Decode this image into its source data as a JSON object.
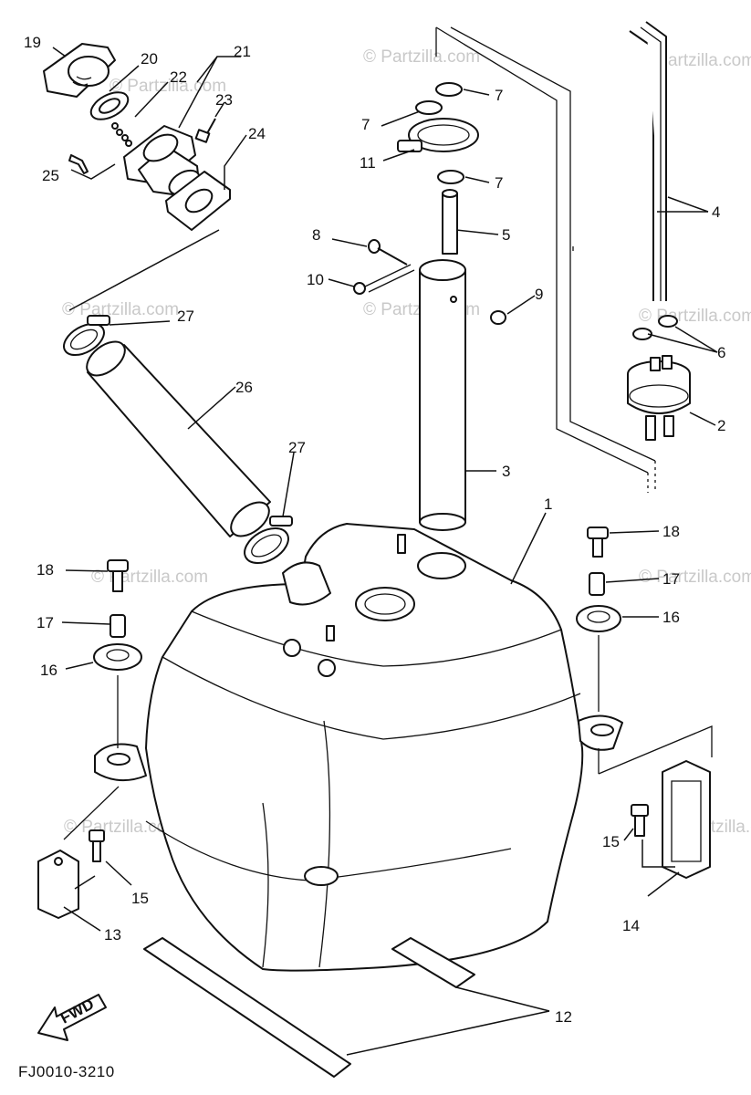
{
  "figure_code": "FJ0010-3210",
  "direction_label": "FWD",
  "watermark": "© Partzilla.com",
  "callouts": {
    "c1": "1",
    "c2": "2",
    "c3": "3",
    "c4": "4",
    "c5": "5",
    "c6": "6",
    "c7a": "7",
    "c7b": "7",
    "c7c": "7",
    "c8": "8",
    "c9": "9",
    "c10": "10",
    "c11": "11",
    "c12": "12",
    "c13": "13",
    "c14": "14",
    "c15a": "15",
    "c15b": "15",
    "c16a": "16",
    "c16b": "16",
    "c17a": "17",
    "c17b": "17",
    "c18a": "18",
    "c18b": "18",
    "c19": "19",
    "c20": "20",
    "c21": "21",
    "c22": "22",
    "c23": "23",
    "c24": "24",
    "c25": "25",
    "c26": "26",
    "c27a": "27",
    "c27b": "27"
  }
}
